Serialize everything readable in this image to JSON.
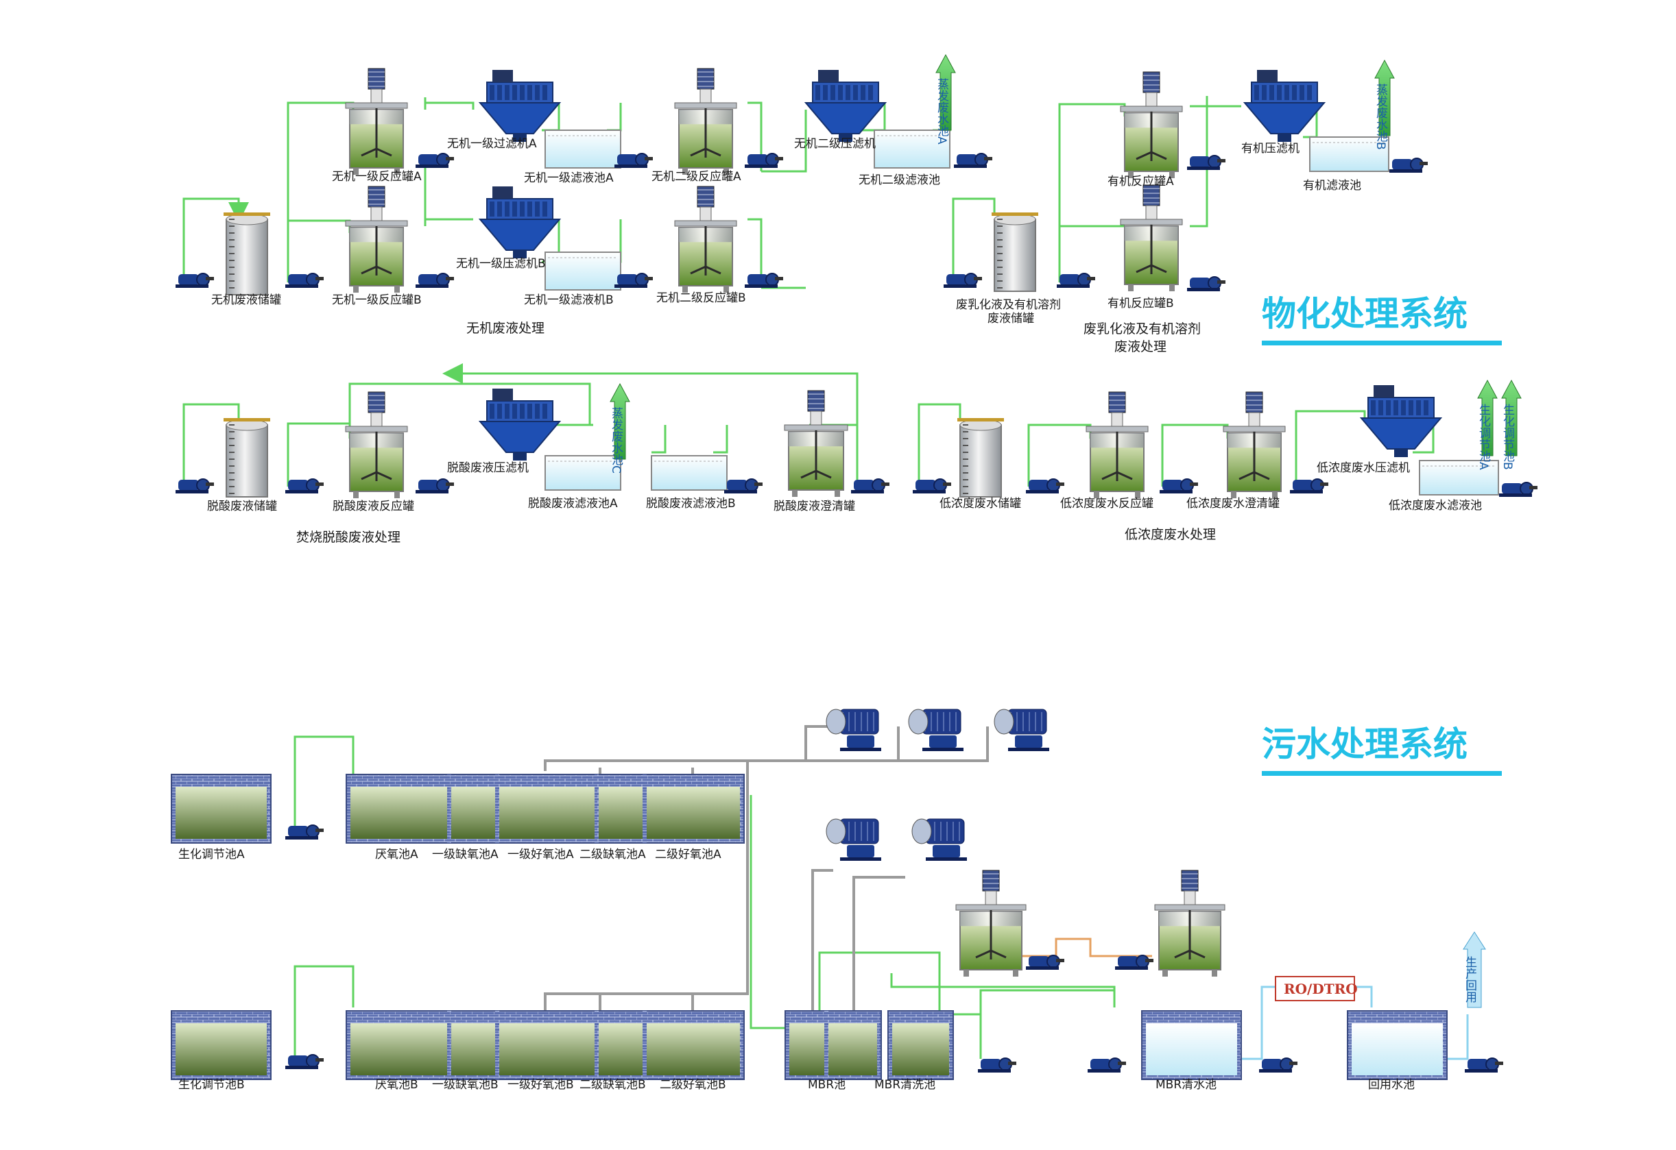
{
  "systems": {
    "physchem": "物化处理系统",
    "sewage": "污水处理系统"
  },
  "sections": {
    "inorganic": "无机废液处理",
    "emulsion": [
      "废乳化液及有机溶剂",
      "废液处理"
    ],
    "deacid": "焚烧脱酸废液处理",
    "lowconc": "低浓度废水处理"
  },
  "labels": {
    "inorganic_storage": "无机废液储罐",
    "inorganic_r1a": "无机一级反应罐A",
    "inorganic_r1b": "无机一级反应罐B",
    "inorganic_fp1a": "无机一级过滤机A",
    "inorganic_fp1b": "无机一级压滤机B",
    "inorganic_fl1a": "无机一级滤液池A",
    "inorganic_fl1b": "无机一级滤液机B",
    "inorganic_r2a": "无机二级反应罐A",
    "inorganic_r2b": "无机二级反应罐B",
    "inorganic_fp2": "无机二级压滤机",
    "inorganic_fl2": "无机二级滤液池",
    "evap_a": "蒸发废水池A",
    "emulsion_storage": [
      "废乳化液及有机溶剂",
      "废液储罐"
    ],
    "organic_ra": "有机反应罐A",
    "organic_rb": "有机反应罐B",
    "organic_fp": "有机压滤机",
    "organic_fl": "有机滤液池",
    "evap_b": "蒸发废水池B",
    "deacid_storage": "脱酸废液储罐",
    "deacid_reactor": "脱酸废液反应罐",
    "deacid_fp": "脱酸废液压滤机",
    "deacid_fla": "脱酸废液滤液池A",
    "deacid_flb": "脱酸废液滤液池B",
    "deacid_clarifier": "脱酸废液澄清罐",
    "evap_c": "蒸发废水池C",
    "low_storage": "低浓度废水储罐",
    "low_reactor": "低浓度废水反应罐",
    "low_clarifier": "低浓度废水澄清罐",
    "low_fp": "低浓度废水压滤机",
    "low_fl": "低浓度废水滤液池",
    "bio_a_tank": "生化调节池A",
    "bio_b_tank": "生化调节池B",
    "bio_a": "生化调节池A",
    "anaerobic_a": "厌氧池A",
    "anoxic1_a": "一级缺氧池A",
    "aerobic1_a": "一级好氧池A",
    "anoxic2_a": "二级缺氧池A",
    "aerobic2_a": "二级好氧池A",
    "bio_b": "生化调节池B",
    "anaerobic_b": "厌氧池B",
    "anoxic1_b": "一级缺氧池B",
    "aerobic1_b": "一级好氧池B",
    "anoxic2_b": "二级缺氧池B",
    "aerobic2_b": "二级好氧池B",
    "mbr": "MBR池",
    "mbr_wash": "MBR清洗池",
    "mbr_clear": "MBR清水池",
    "ro": "RO/DTRO",
    "reuse": "回用水池",
    "production_reuse": "生产回用"
  },
  "colors": {
    "pipe": "#5fd35f",
    "air": "#9a9a9a",
    "accent": "#22bfe6",
    "pump": "#1b3d8f",
    "liquid_top": "#f2f5d0",
    "liquid_bottom": "#5f8f2e"
  }
}
